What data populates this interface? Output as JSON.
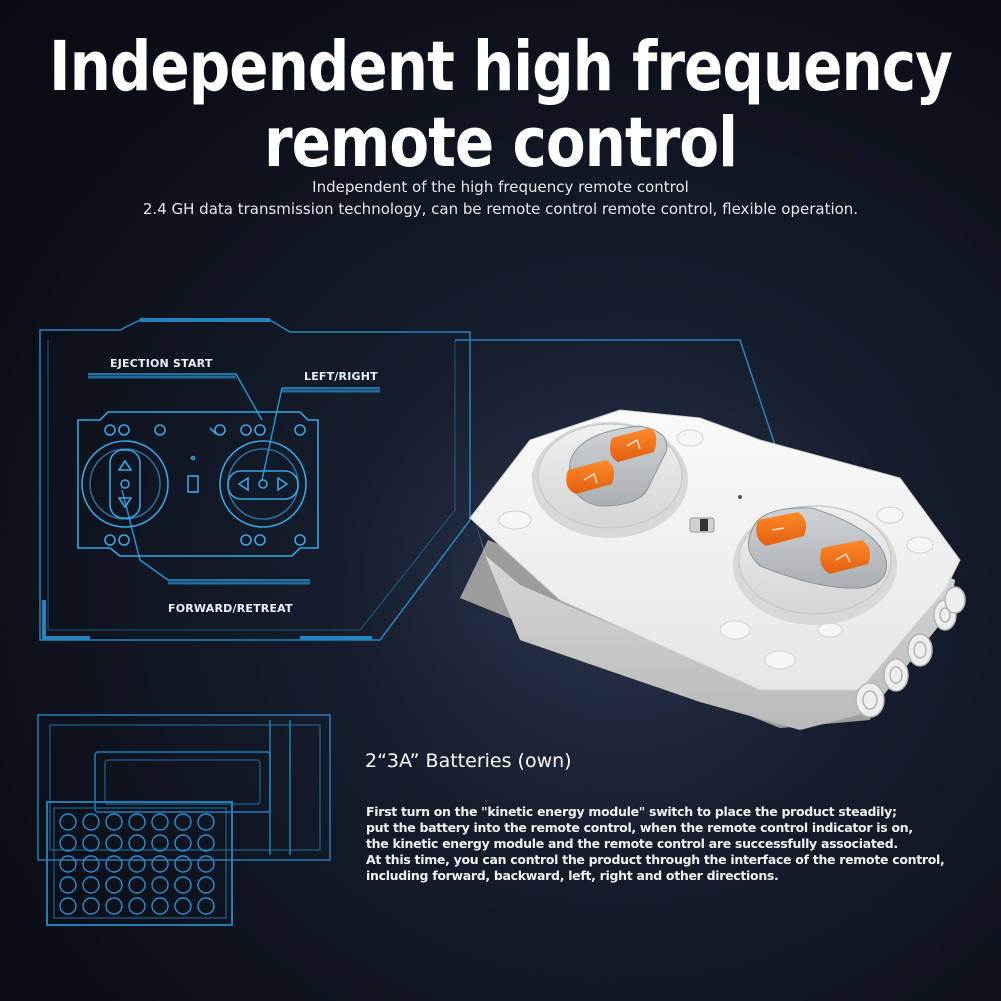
{
  "header": {
    "title_line1": "Independent high frequency",
    "title_line2": "remote control",
    "subtitle_line1": "Independent of the high frequency remote control",
    "subtitle_line2": "2.4 GH data transmission technology, can be remote control remote control, flexible operation."
  },
  "diagram": {
    "label_ejection": "EJECTION START",
    "label_left_right": "LEFT/RIGHT",
    "label_forward": "FORWARD/RETREAT"
  },
  "battery": {
    "title": "2“3A” Batteries (own)",
    "description": [
      "First turn on the \"kinetic energy module\" switch to place the product steadily;",
      "put the battery into the remote control, when the remote control indicator is on,",
      "the kinetic energy module and the remote control are successfully associated.",
      "At this time, you can control the product through the interface of the remote control,",
      "including forward, backward, left, right and other directions."
    ]
  },
  "colors": {
    "background": "#0b0f18",
    "line_blue": "#2a8fd0",
    "button_orange": "#f07a1e",
    "body_white": "#f4f4f4"
  }
}
